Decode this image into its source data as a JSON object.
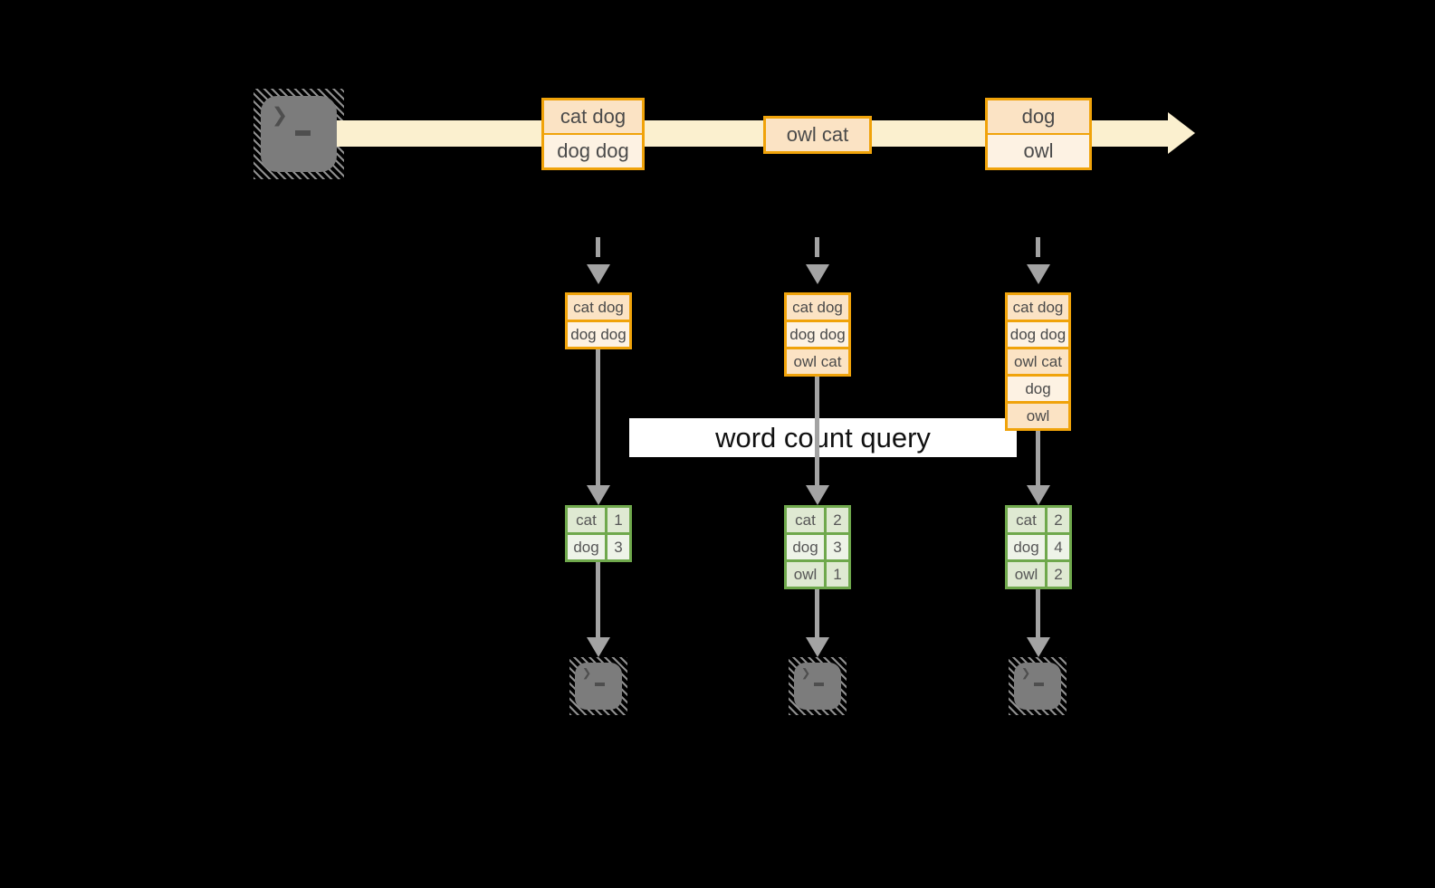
{
  "query": {
    "label": "word count query"
  },
  "terminal": {
    "prompt_glyph": "❯"
  },
  "stream": {
    "groups": [
      {
        "records": [
          "cat dog",
          "dog dog"
        ]
      },
      {
        "records": [
          "owl cat"
        ]
      },
      {
        "records": [
          "dog",
          "owl"
        ]
      }
    ]
  },
  "pipelines": [
    {
      "state": [
        "cat dog",
        "dog dog"
      ],
      "counts": [
        [
          "cat",
          "1"
        ],
        [
          "dog",
          "3"
        ]
      ]
    },
    {
      "state": [
        "cat dog",
        "dog dog",
        "owl cat"
      ],
      "counts": [
        [
          "cat",
          "2"
        ],
        [
          "dog",
          "3"
        ],
        [
          "owl",
          "1"
        ]
      ]
    },
    {
      "state": [
        "cat dog",
        "dog dog",
        "owl cat",
        "dog",
        "owl"
      ],
      "counts": [
        [
          "cat",
          "2"
        ],
        [
          "dog",
          "4"
        ],
        [
          "owl",
          "2"
        ]
      ]
    }
  ],
  "colors": {
    "amber": "#F0A30A",
    "peach-dark": "#FBE3C4",
    "peach-light": "#FDF2E3",
    "band": "#FBF0CF",
    "green": "#6FA84C",
    "green-dark": "#DFE9D2",
    "green-light": "#EEF3E8",
    "arrow-gray": "#A3A3A3",
    "terminal-gray": "#7C7C7C",
    "glyph-gray": "#4E4E4E",
    "banner-bg": "#FFFFFF",
    "banner-text": "#111111",
    "text-dark": "#4A4A4A"
  }
}
